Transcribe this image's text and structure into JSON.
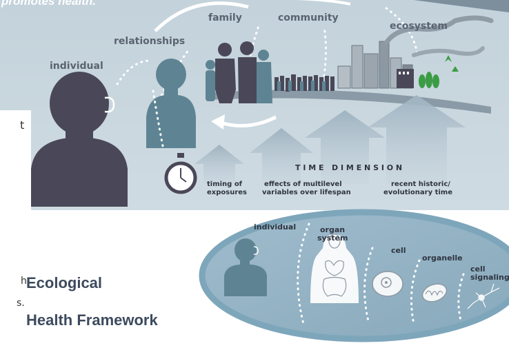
{
  "header": {
    "partial_text": "promotes health."
  },
  "levels": {
    "individual": "individual",
    "relationships": "relationships",
    "family": "family",
    "community": "community",
    "ecosystem": "ecosystem"
  },
  "time": {
    "heading": "T I M E   D I M E N S I O N",
    "timing_line1": "timing of",
    "timing_line2": "exposures",
    "multilevel_line1": "effects of multilevel",
    "multilevel_line2": "variables over lifespan",
    "historic_line1": "recent historic/",
    "historic_line2": "evolutionary time"
  },
  "biology": {
    "individual": "individual",
    "organ_line1": "organ",
    "organ_line2": "system",
    "cell": "cell",
    "organelle": "organelle",
    "signaling_line1": "cell",
    "signaling_line2": "signaling"
  },
  "title": {
    "line1": "Ecological",
    "line2": "Health Framework"
  },
  "left_fragments": {
    "frag1": "t",
    "frag2": "h",
    "frag3": "s."
  },
  "colors": {
    "panel": "#c9d6de",
    "figure_dark": "#4a4858",
    "figure_teal": "#5e8494",
    "arrow_light": "#a9bcc8",
    "oval_border": "#6e9cb3",
    "oval_fill": "#9ab7c8",
    "title_color": "#3d4a5e"
  }
}
